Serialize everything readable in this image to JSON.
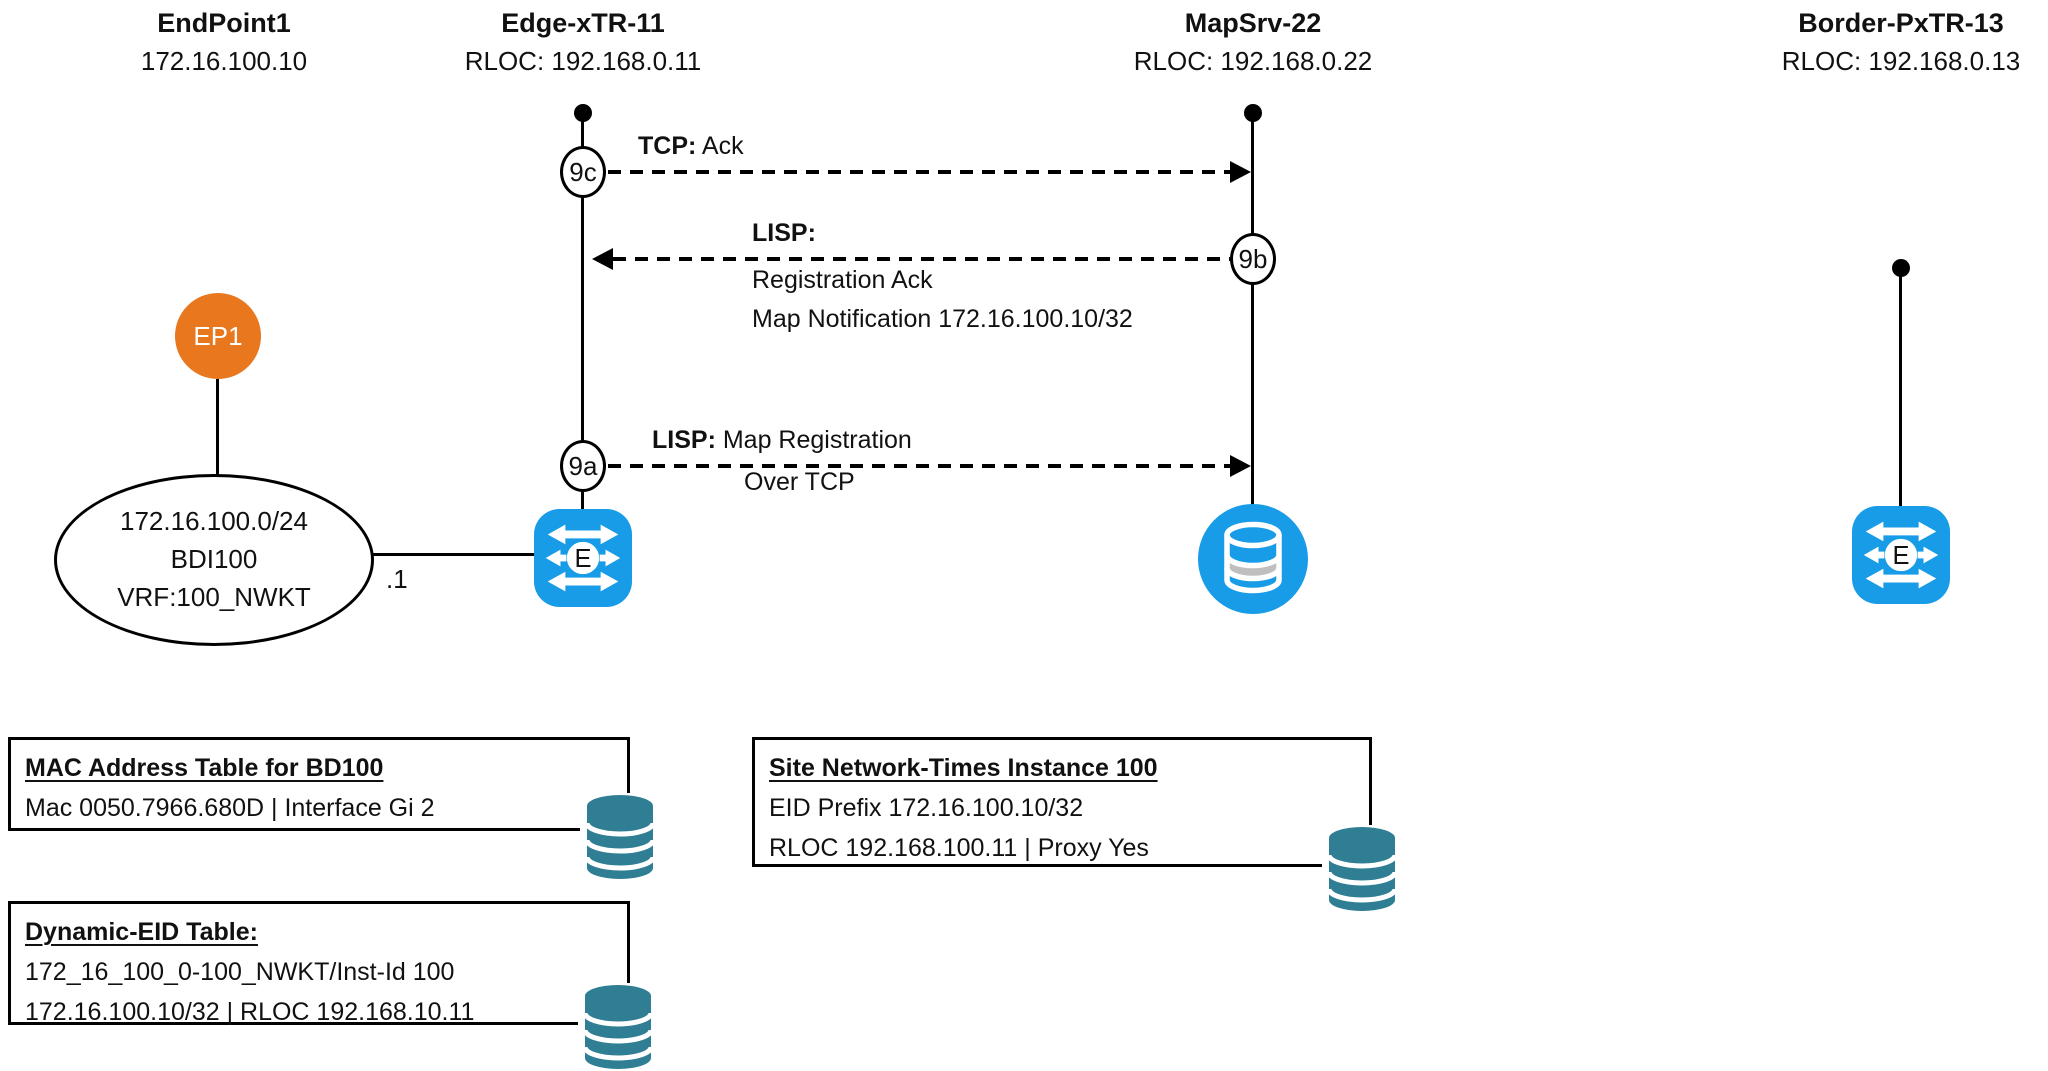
{
  "columns": [
    {
      "name": "EndPoint1",
      "sub": "172.16.100.10"
    },
    {
      "name": "Edge-xTR-11",
      "sub": "RLOC: 192.168.0.11"
    },
    {
      "name": "MapSrv-22",
      "sub": "RLOC: 192.168.0.22"
    },
    {
      "name": "Border-PxTR-13",
      "sub": "RLOC: 192.168.0.13"
    }
  ],
  "steps": {
    "a": "9a",
    "b": "9b",
    "c": "9c"
  },
  "messages": {
    "tcp_ack": {
      "prefix": "TCP:",
      "rest": " Ack"
    },
    "lisp_reg_ack": {
      "prefix": "LISP:",
      "line1": "Registration Ack",
      "line2": "Map Notification 172.16.100.10/32"
    },
    "lisp_map_reg": {
      "prefix": "LISP:",
      "rest": " Map Registration",
      "below": "Over TCP"
    }
  },
  "endpoint": {
    "label": "EP1"
  },
  "network_cloud": {
    "line1": "172.16.100.0/24",
    "line2": "BDI100",
    "line3": "VRF:100_NWKT",
    "interface": ".1"
  },
  "node_icon_letter": "E",
  "tables": {
    "mac": {
      "title": "MAC Address Table for BD100",
      "row1": "Mac 0050.7966.680D | Interface Gi 2"
    },
    "dyn_eid": {
      "title": "Dynamic-EID Table:",
      "row1": "172_16_100_0-100_NWKT/Inst-Id 100",
      "row2": "172.16.100.10/32 | RLOC 192.168.10.11"
    },
    "site": {
      "title": "Site Network-Times Instance 100",
      "row1": "EID Prefix 172.16.100.10/32",
      "row2": "RLOC 192.168.100.11 | Proxy Yes"
    }
  },
  "colors": {
    "blue": "#189CE8",
    "orange": "#E8771E",
    "teal": "#2F7E93",
    "db_gray": "#BFBFBF"
  }
}
